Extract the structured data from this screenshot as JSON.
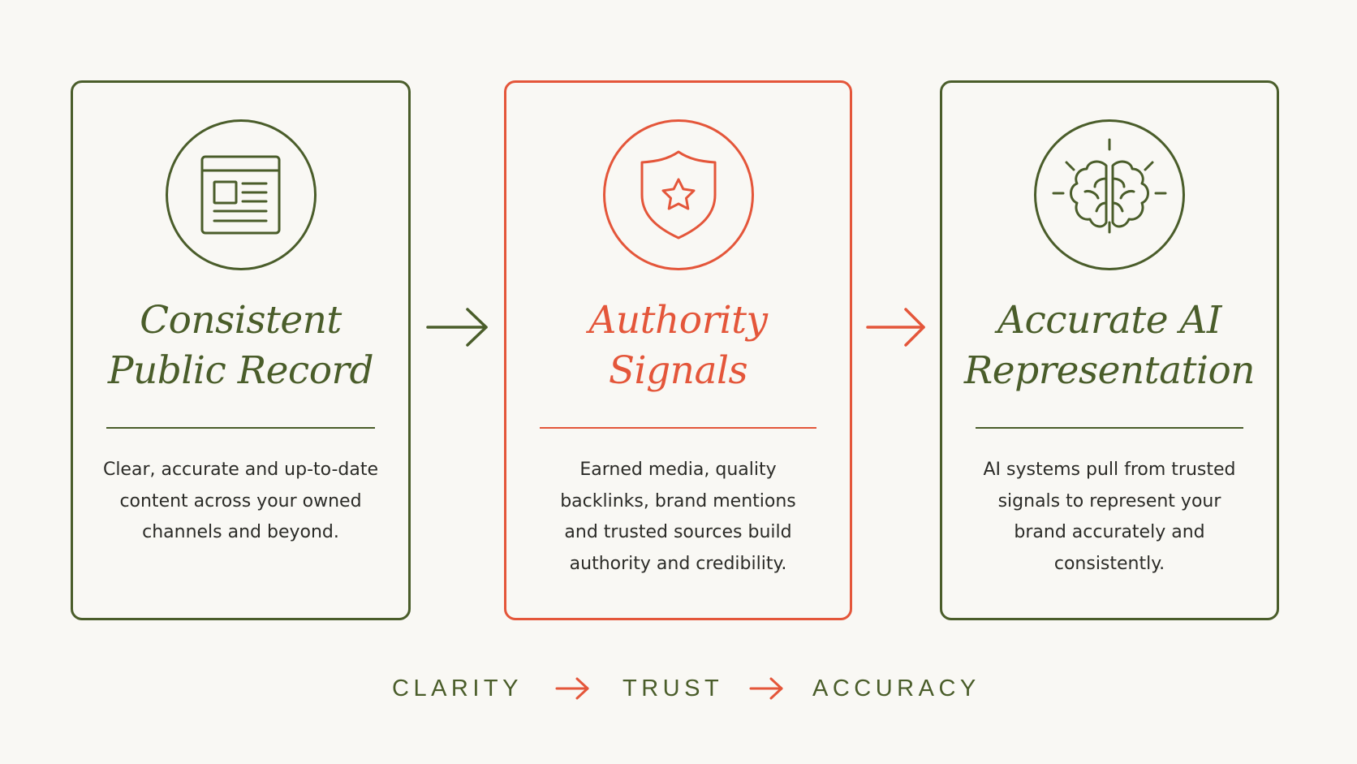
{
  "colors": {
    "green": "#4a5d2a",
    "red": "#e4563a",
    "background": "#f9f8f4",
    "text": "#2b2b27"
  },
  "cards": [
    {
      "icon": "newspaper-icon",
      "title_line1": "Consistent",
      "title_line2": "Public Record",
      "desc_line1": "Clear, accurate and up-to-date",
      "desc_line2": "content across your owned",
      "desc_line3": "channels and beyond.",
      "desc_line4": ""
    },
    {
      "icon": "shield-star-icon",
      "title_line1": "Authority",
      "title_line2": "Signals",
      "desc_line1": "Earned media, quality",
      "desc_line2": "backlinks, brand mentions",
      "desc_line3": "and trusted sources build",
      "desc_line4": "authority and credibility."
    },
    {
      "icon": "brain-icon",
      "title_line1": "Accurate AI",
      "title_line2": "Representation",
      "desc_line1": "AI systems pull from trusted",
      "desc_line2": "signals to represent your",
      "desc_line3": "brand accurately and",
      "desc_line4": "consistently."
    }
  ],
  "flow": {
    "step1": "CLARITY",
    "step2": "TRUST",
    "step3": "ACCURACY"
  }
}
